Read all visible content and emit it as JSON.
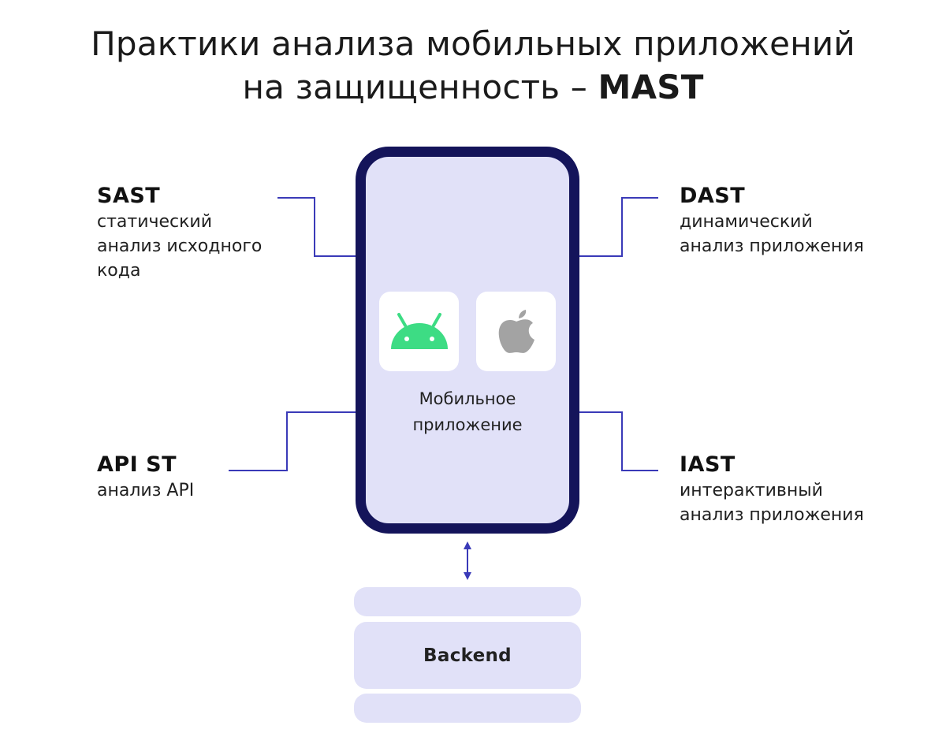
{
  "title": {
    "line1": "Практики анализа мобильных приложений",
    "line2_prefix": "на защищенность – ",
    "line2_accent": "MAST"
  },
  "phone": {
    "caption_line1": "Мобильное",
    "caption_line2": "приложение",
    "icons": [
      "android-icon",
      "apple-icon"
    ]
  },
  "blocks": {
    "sast": {
      "heading": "SAST",
      "lines": [
        "статический",
        "анализ исходного",
        "кода"
      ]
    },
    "dast": {
      "heading": "DAST",
      "lines": [
        "динамический",
        "анализ приложения"
      ]
    },
    "apist": {
      "heading": "API ST",
      "lines": [
        "анализ API"
      ]
    },
    "iast": {
      "heading": "IAST",
      "lines": [
        "интерактивный",
        "анализ приложения"
      ]
    }
  },
  "backend": {
    "label": "Backend"
  },
  "colors": {
    "phone_border": "#14145a",
    "phone_fill": "#e1e1f8",
    "connector": "#3a3ab8",
    "android_green": "#3ddc84",
    "apple_gray": "#a3a3a3"
  }
}
